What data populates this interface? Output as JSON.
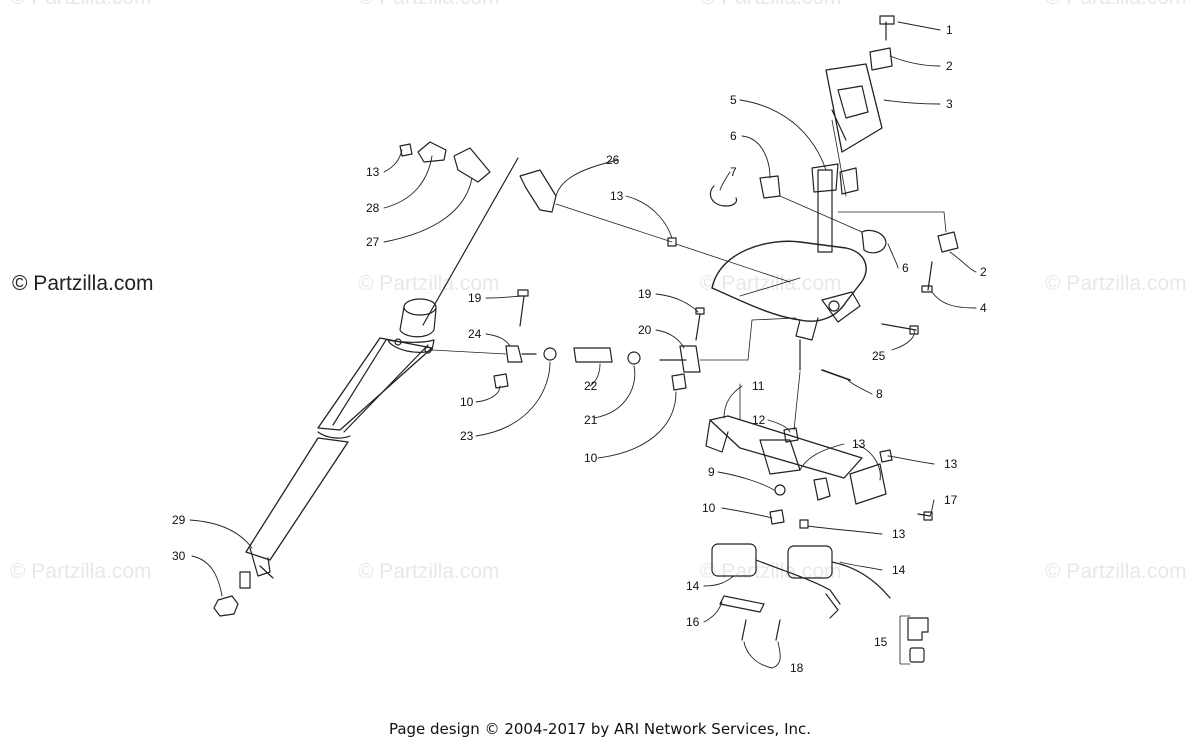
{
  "watermark": {
    "brand": "© Partzilla.com",
    "faint": "© Partzilla.com"
  },
  "footer": {
    "text": "Page design © 2004-2017 by ARI Network Services, Inc."
  },
  "callouts": [
    "1",
    "2",
    "3",
    "5",
    "6",
    "7",
    "2",
    "4",
    "26",
    "13",
    "13",
    "28",
    "27",
    "19",
    "24",
    "19",
    "20",
    "25",
    "6",
    "8",
    "11",
    "12",
    "13",
    "13",
    "9",
    "17",
    "10",
    "13",
    "14",
    "14",
    "16",
    "15",
    "18",
    "10",
    "22",
    "21",
    "10",
    "23",
    "29",
    "30"
  ]
}
